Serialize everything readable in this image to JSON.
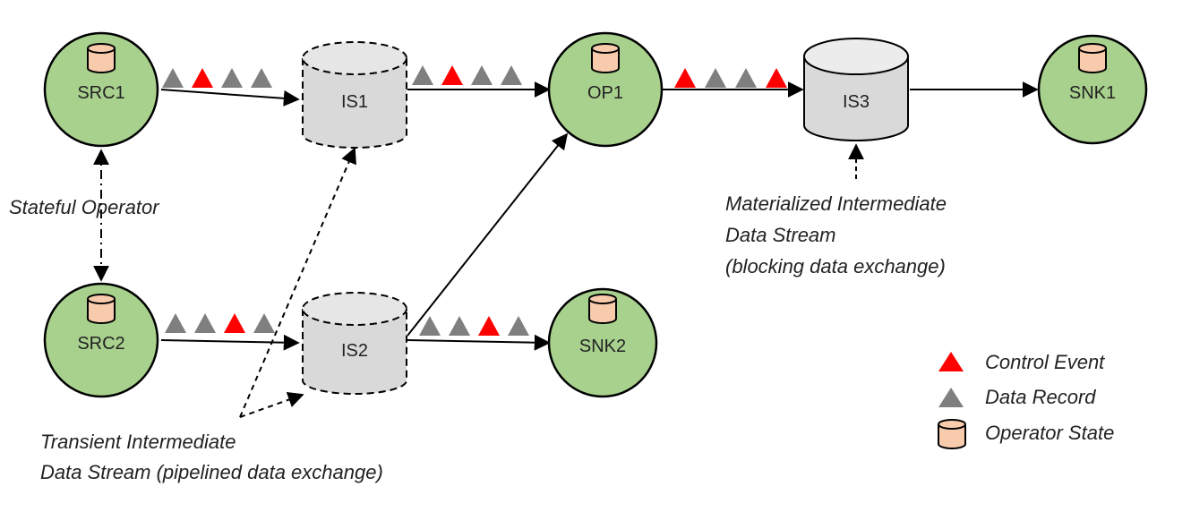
{
  "nodes": {
    "src1": "SRC1",
    "src2": "SRC2",
    "op1": "OP1",
    "snk1": "SNK1",
    "snk2": "SNK2",
    "is1": "IS1",
    "is2": "IS2",
    "is3": "IS3"
  },
  "annotations": {
    "stateful_operator": "Stateful Operator",
    "materialized": [
      "Materialized Intermediate",
      "Data Stream",
      "(blocking data exchange)"
    ],
    "transient": [
      "Transient Intermediate",
      "Data Stream (pipelined data exchange)"
    ]
  },
  "legend": {
    "control_event": "Control Event",
    "data_record": "Data Record",
    "operator_state": "Operator State"
  },
  "colors": {
    "operator_fill": "#a9d18e",
    "state_fill": "#f8cbad",
    "stream_fill": "#d9d9d9",
    "control_event": "#ff0000",
    "data_record": "#7f7f7f"
  },
  "streams": {
    "src1_to_is1": [
      "data",
      "control",
      "data",
      "data"
    ],
    "is1_to_op1": [
      "data",
      "control",
      "data",
      "data"
    ],
    "op1_to_is3": [
      "control",
      "data",
      "data",
      "control"
    ],
    "src2_to_is2": [
      "data",
      "data",
      "control",
      "data"
    ],
    "is2_to_snk2": [
      "data",
      "data",
      "control",
      "data"
    ]
  }
}
